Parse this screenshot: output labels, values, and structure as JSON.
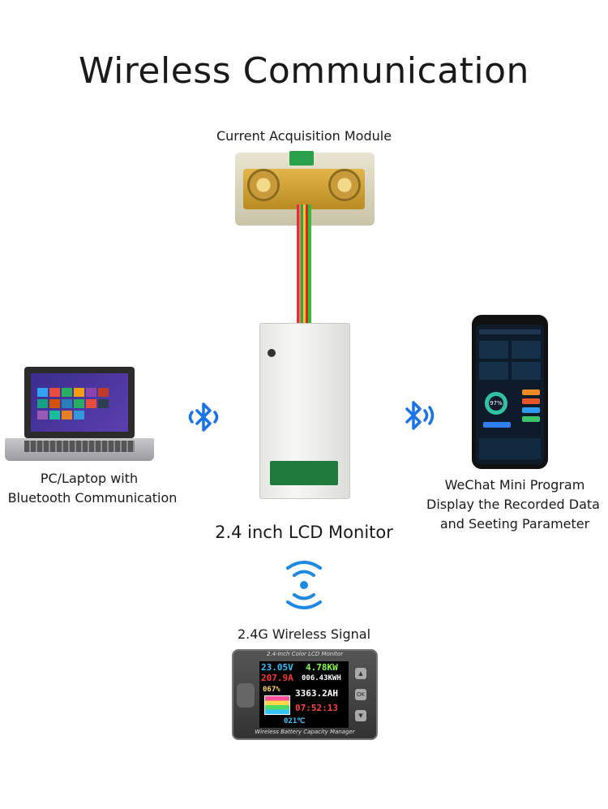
{
  "title": "Wireless Communication",
  "labels": {
    "module": "Current Acquisition Module",
    "pc_line1": "PC/Laptop with",
    "pc_line2": "Bluetooth Communication",
    "wechat_line1": "WeChat Mini Program",
    "wechat_line2": "Display the Recorded Data",
    "wechat_line3": "and Seeting Parameter",
    "lcd": "2.4 inch LCD Monitor",
    "wireless": "2.4G Wireless Signal"
  },
  "device": {
    "header": "2.4-Inch Color LCD Monitor",
    "footer": "Wireless Battery Capacity Manager",
    "voltage": "23.05V",
    "power": "4.78KW",
    "current": "207.9A",
    "energy": "006.43KWH",
    "percent": "067%",
    "capacity": "3363.2AH",
    "time": "07:52:13",
    "temp": "021℃",
    "btn_up": "▲",
    "btn_ok": "OK",
    "btn_down": "▼"
  },
  "phone": {
    "percent": "97%"
  },
  "colors": {
    "bluetooth": "#1a73e8",
    "wifi": "#1e88e5",
    "voltage": "#33c3ff",
    "power": "#7cff3a",
    "current": "#ff3333",
    "energy": "#ffffff",
    "capacity": "#ffffff",
    "time": "#ff4040"
  },
  "icons": [
    "bluetooth-icon",
    "wifi-signal-icon"
  ]
}
